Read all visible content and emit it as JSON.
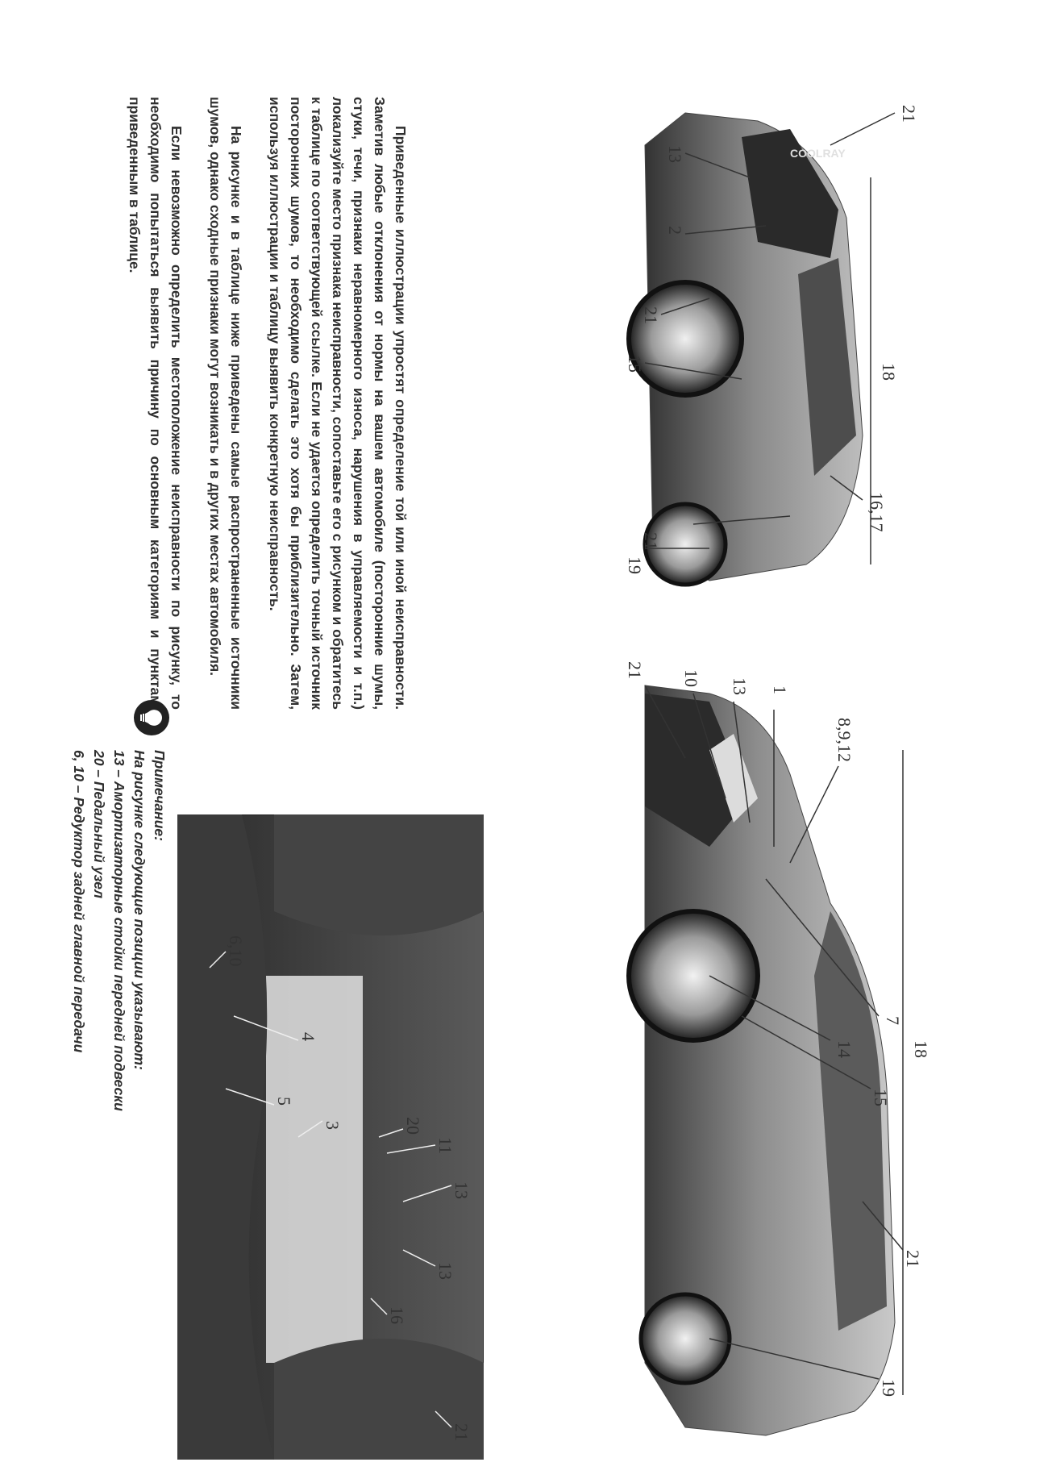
{
  "figures": {
    "front_car": {
      "callouts": [
        "21",
        "10",
        "13",
        "1",
        "8,9,12",
        "18",
        "7",
        "14",
        "15",
        "21",
        "19"
      ]
    },
    "rear_car": {
      "callouts": [
        "21",
        "19",
        "16,17",
        "18",
        "15",
        "21",
        "2",
        "13",
        "21"
      ],
      "badge_text": "COOLRAY"
    },
    "interior": {
      "callouts": [
        "21",
        "16",
        "13",
        "11",
        "20",
        "13",
        "3",
        "4",
        "5",
        "6,10"
      ]
    }
  },
  "text": {
    "paragraph_1": "Приведенные иллюстрации упростят определение той или иной неисправности. Заметив любые отклонения от нормы на вашем автомобиле (посторонние шумы, стуки, течи, признаки неравномерного износа, нарушения в управляемости и т.п.) локализуйте место признака неисправности, сопоставьте его с рисунком и обратитесь к таблице по соответствующей ссылке. Если не удается определить точный источник посторонних шумов, то необходимо сделать это хотя бы приблизительно. Затем, используя иллюстрации и таблицу выявить конкретную неисправность.",
    "paragraph_2": "На рисунке и в таблице ниже приведены самые распространенные источники шумов, однако сходные признаки могут возникать и в других местах автомобиля.",
    "paragraph_3": "Если невозможно определить местоположение неисправности по рисунку, то необходимо попытаться выявить причину по основным категориям и пунктам, приведенным в таблице."
  },
  "note": {
    "icon": "lightbulb-icon",
    "title": "Примечание:",
    "intro": "На рисунке следующие позиции указывают:",
    "items": [
      "13 – Амортизаторные стойки передней подвески",
      "20 – Педальный узел",
      "6, 10 – Редуктор задней главной передачи"
    ]
  }
}
